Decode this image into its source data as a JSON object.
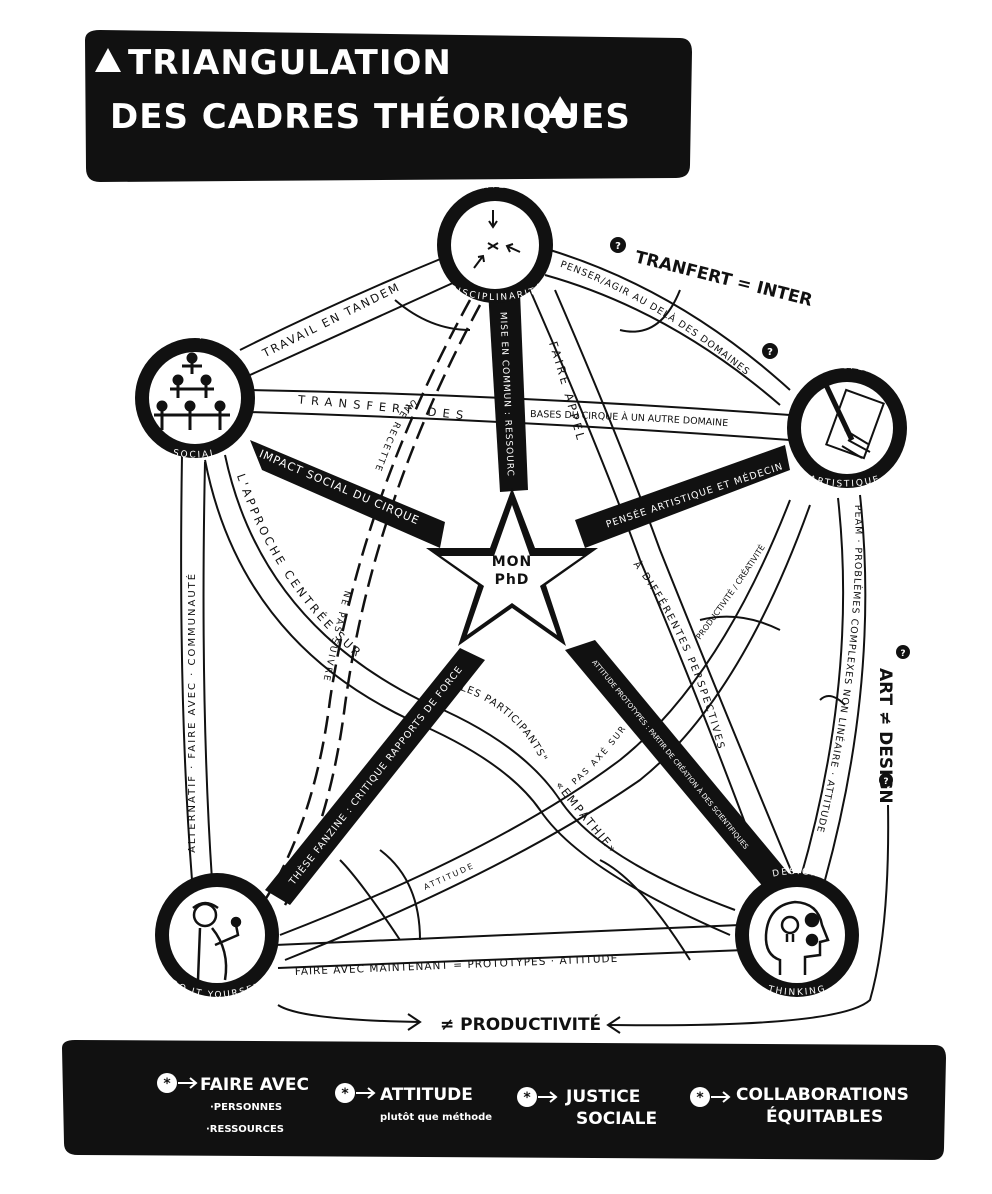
{
  "title": {
    "line1": "TRIANGULATION",
    "line2": "DES CADRES THÉORIQUES"
  },
  "center": {
    "line1": "MON",
    "line2": "PhD"
  },
  "nodes": {
    "inter": {
      "top": "INTER",
      "bottom": "DISCIPLINARITÉ"
    },
    "cirque": {
      "top": "CIRQUE",
      "bottom": "SOCIAL"
    },
    "transfert": {
      "top": "TRANSFERT",
      "bottom": "ARTISTIQUE"
    },
    "diy": {
      "bottom": "DO IT YOURSELF"
    },
    "design": {
      "top": "DESIGN",
      "bottom": "THINKING"
    }
  },
  "spokes": {
    "inter": "MISE EN COMMUN : RESSOURCES EXPERTISES",
    "cirque": "IMPACT SOCIAL DU CIRQUE",
    "transfert": "PENSÉE ARTISTIQUE ET MÉDECINE",
    "diy": "THÈSE FANZINE : CRITIQUE RAPPORTS DE FORCE",
    "design": "ATTITUDE PROTOTYPES : PARTIR DE CRÉATION À DES SCIENTIFIQUES"
  },
  "roads": {
    "tandem": "TRAVAIL EN TANDEM",
    "transfer1": "TRANSFERT DES",
    "transfer2": "BASES DU CIRQUE À UN AUTRE DOMAINE",
    "penser": "PENSER/AGIR AU DELÀ DES DOMAINES",
    "faire_appel": "FAIRE APPEL",
    "differentes": "À DIFFÉRENTES PERSPECTIVES",
    "approche": "L'APPROCHE CENTRÉE SUR",
    "participants": "LES PARTICIPANTS\"",
    "empathie": "«EMPATHIE»",
    "communaute": "ALTERNATIF · FAIRE AVEC · COMMUNAUTÉ",
    "recette": "UNE RECETTE",
    "suivre": "NE PAS SUIVRE",
    "peam": "PEAM · PROBLÈMES COMPLEXES NON LINÉAIRE · ATTITUDE",
    "productivite": "PRODUCTIVITÉ / CRÉATIVITÉ",
    "faire_avec": "FAIRE AVEC MAINTENANT = PROTOTYPES · ATTITUDE",
    "attitude": "ATTITUDE",
    "pas_axe": "PAS AXÉ SUR"
  },
  "annotations": {
    "transfert_inter": "TRANFERT = INTER",
    "art_design": "ART ≠ DESIGN",
    "productivite": "≠ PRODUCTIVITÉ"
  },
  "footer": [
    {
      "main": "FAIRE AVEC",
      "sub1": "·PERSONNES",
      "sub2": "·RESSOURCES"
    },
    {
      "main": "ATTITUDE",
      "sub1": "plutôt que méthode",
      "sub2": ""
    },
    {
      "main": "JUSTICE",
      "sub1": "SOCIALE",
      "sub2": ""
    },
    {
      "main": "COLLABORATIONS",
      "sub1": "ÉQUITABLES",
      "sub2": ""
    }
  ],
  "colors": {
    "ink": "#111111",
    "paper": "#ffffff"
  }
}
